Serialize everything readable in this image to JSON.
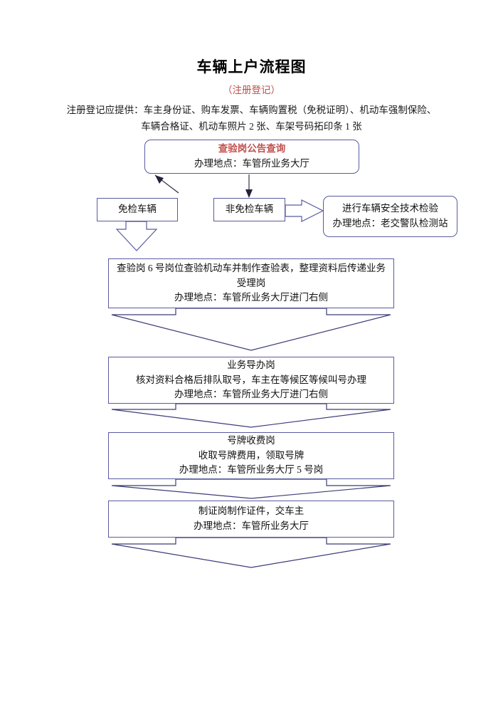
{
  "document": {
    "title": "车辆上户流程图",
    "subtitle": "（注册登记）",
    "intro": "注册登记应提供：车主身份证、购车发票、车辆购置税（免税证明）、机动车强制保险、车辆合格证、机动车照片 2 张、车架号码拓印条 1 张"
  },
  "theme": {
    "border_color": "#5a5aa0",
    "accent_text_color": "#c0504d",
    "connector_color": "#3c3c78",
    "text_color": "#111111",
    "background": "#ffffff"
  },
  "flow": {
    "nodes": [
      {
        "id": "announce",
        "shape": "rounded-rect",
        "title": "查验岗公告查询",
        "title_color": "#c0504d",
        "location": "办理地点：车管所业务大厅"
      },
      {
        "id": "exempt",
        "shape": "rect",
        "title": "免检车辆"
      },
      {
        "id": "nonexempt",
        "shape": "rect",
        "title": "非免检车辆"
      },
      {
        "id": "inspection",
        "shape": "rounded-rect",
        "title": "进行车辆安全技术检验",
        "location": "办理地点：老交警队检测站"
      },
      {
        "id": "check-post",
        "shape": "rect",
        "title": "查验岗 6 号岗位查验机动车并制作查验表，整理资料后传递业务受理岗",
        "location": "办理地点：车管所业务大厅进门右侧"
      },
      {
        "id": "guide-post",
        "shape": "rect",
        "title": "业务导办岗",
        "detail": "核对资料合格后排队取号，车主在等候区等候叫号办理",
        "location": "办理地点：车管所业务大厅进门右侧"
      },
      {
        "id": "plate-fee",
        "shape": "rect",
        "title": "号牌收费岗",
        "detail": "收取号牌费用，领取号牌",
        "location": "办理地点：车管所业务大厅 5 号岗"
      },
      {
        "id": "cert-make",
        "shape": "rect",
        "title": "制证岗制作证件，交车主",
        "location": "办理地点：车管所业务大厅"
      }
    ],
    "connectors": [
      {
        "id": "announce-to-exempt",
        "type": "diagonal-arrow",
        "from": "announce",
        "to": "exempt"
      },
      {
        "id": "announce-to-nonexempt",
        "type": "vertical-arrow",
        "from": "announce",
        "to": "nonexempt"
      },
      {
        "id": "nonexempt-to-inspection",
        "type": "block-arrow-right",
        "from": "nonexempt",
        "to": "inspection"
      },
      {
        "id": "exempt-to-check-post",
        "type": "block-arrow-down",
        "from": "exempt",
        "to": "check-post"
      },
      {
        "id": "check-post-to-guide-post",
        "type": "wide-block-arrow-down",
        "from": "check-post",
        "to": "guide-post"
      },
      {
        "id": "guide-post-to-plate-fee",
        "type": "wide-block-arrow-down",
        "from": "guide-post",
        "to": "plate-fee"
      },
      {
        "id": "plate-fee-to-cert-make",
        "type": "wide-block-arrow-down",
        "from": "plate-fee",
        "to": "cert-make"
      },
      {
        "id": "cert-make-to-end",
        "type": "wide-block-arrow-down",
        "from": "cert-make",
        "to": "end"
      }
    ]
  }
}
